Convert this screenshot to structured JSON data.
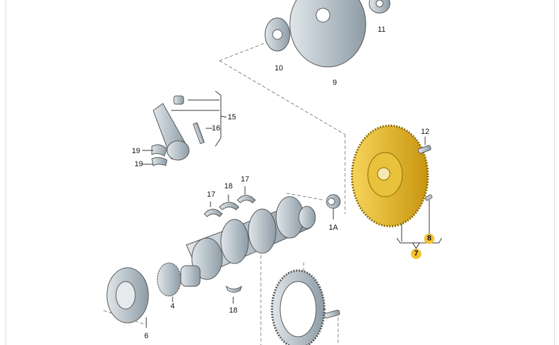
{
  "colors": {
    "highlight": "#f2c230",
    "part_gray": "#b8c4cc",
    "flywheel_gold": "#e8b820",
    "line": "#333333"
  },
  "parts": {
    "p11": "11",
    "p10": "10",
    "p9": "9",
    "p15": "15",
    "p16": "16",
    "p19a": "19",
    "p19b": "19",
    "p12": "12",
    "p17a": "17",
    "p18a": "18",
    "p17b": "17",
    "p1A": "1A",
    "p8": "8",
    "p7": "7",
    "p4": "4",
    "p6": "6",
    "p18b": "18"
  }
}
